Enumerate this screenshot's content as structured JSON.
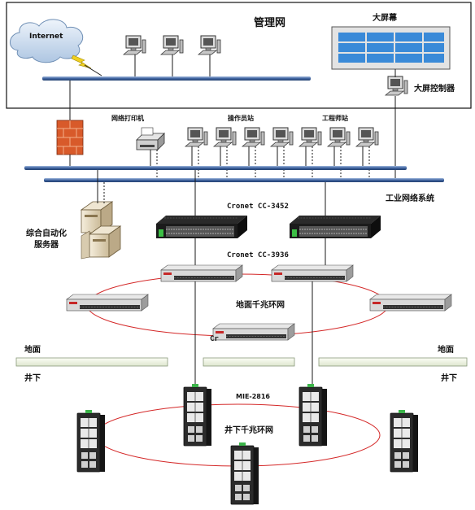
{
  "labels": {
    "mgmt_net": "管理网",
    "big_screen": "大屏幕",
    "big_screen_ctrl": "大屏控制器",
    "internet": "Internet",
    "net_printer": "网络打印机",
    "operator_station": "操作员站",
    "engineer_station": "工程师站",
    "industrial_net": "工业网络系统",
    "switch_cc3452": "Cronet CC-3452",
    "switch_cc3936": "Cronet CC-3936",
    "switch_cc_partial": "Cr",
    "server_group": "综合自动化\n服务器",
    "ground_ring": "地面千兆环网",
    "ground_left": "地面",
    "ground_right": "地面",
    "underground_left": "井下",
    "underground_right": "井下",
    "mie_model": "MIE-2816",
    "underground_ring": "井下千兆环网"
  },
  "colors": {
    "ring": "#d42828",
    "bus": "#4a6fa8",
    "firewall": "#d85a2a",
    "screen_tile": "#3a8ad8",
    "lightning": "#f0d020"
  }
}
